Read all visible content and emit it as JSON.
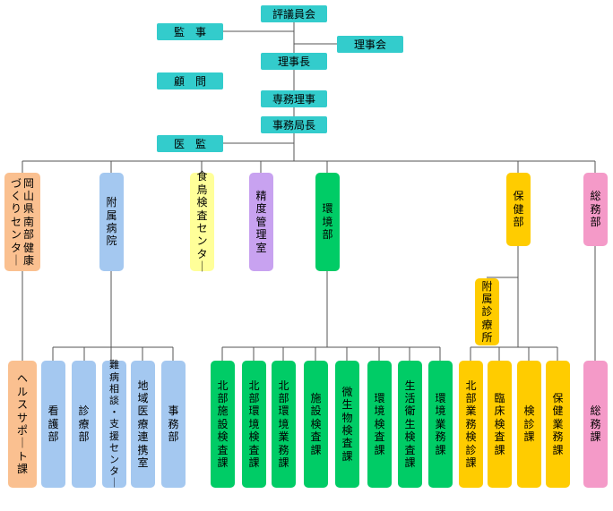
{
  "top": {
    "council": "評議員会",
    "auditor": "監　事",
    "board": "理事会",
    "chairman": "理事長",
    "advisor": "顧　問",
    "executive_director": "専務理事",
    "secretary_general": "事務局長",
    "medical_supervisor": "医　監"
  },
  "departments": [
    {
      "key": "okayama",
      "label": "岡山県南部健康づくりセンター",
      "color": "#fac090",
      "sections": [
        "ヘルスサポート課"
      ]
    },
    {
      "key": "hospital",
      "label": "附属病院",
      "color": "#a4c8f0",
      "sections": [
        "看護部",
        "診療部",
        "難病相談・支援センター",
        "地域医療連携室",
        "事務部"
      ]
    },
    {
      "key": "food",
      "label": "食鳥検査センター",
      "color": "#ffff99",
      "sections": []
    },
    {
      "key": "quality",
      "label": "精度管理室",
      "color": "#c8a2f0",
      "sections": []
    },
    {
      "key": "environment",
      "label": "環境部",
      "color": "#00cc66",
      "sections": [
        "北部施設検査課",
        "北部環境検査課",
        "北部環境業務課",
        "施設検査課",
        "微生物検査課",
        "環境検査課",
        "生活衛生検査課",
        "環境業務課"
      ]
    },
    {
      "key": "health",
      "label": "保健部",
      "color": "#ffcc00",
      "sub_unit": "附属診療所",
      "sections": [
        "北部業務検診課",
        "臨床検査課",
        "検診課",
        "保健業務課"
      ]
    },
    {
      "key": "general",
      "label": "総務部",
      "color": "#f49ac8",
      "sections": [
        "総務課"
      ]
    }
  ]
}
